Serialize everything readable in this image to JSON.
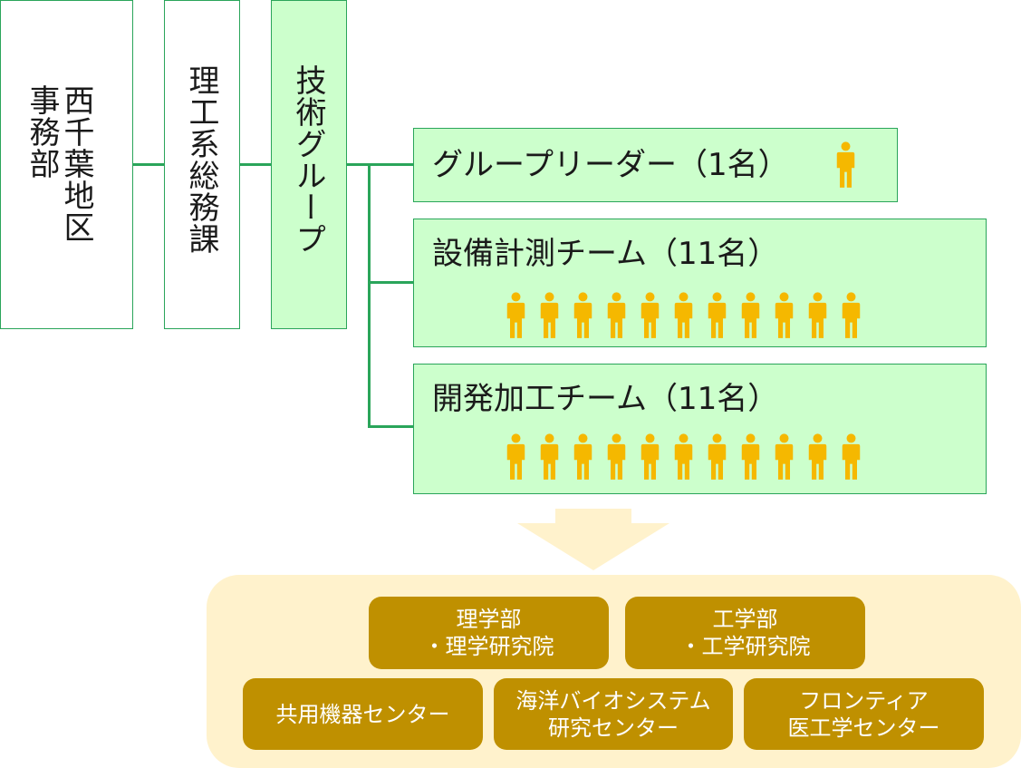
{
  "org": {
    "office": "西千葉地区\n事務部",
    "division": "理工系総務課",
    "group": "技術グループ"
  },
  "teams": [
    {
      "label": "グループリーダー（1名）",
      "members": 1
    },
    {
      "label": "設備計測チーム（11名）",
      "members": 11
    },
    {
      "label": "開発加工チーム（11名）",
      "members": 11
    }
  ],
  "targets": {
    "science": {
      "line1": "理学部",
      "line2": "・理学研究院"
    },
    "engineering": {
      "line1": "工学部",
      "line2": "・工学研究院"
    },
    "instruments": {
      "line1": "共用機器センター"
    },
    "marine": {
      "line1": "海洋バイオシステム",
      "line2": "研究センター"
    },
    "frontier": {
      "line1": "フロンティア",
      "line2": "医工学センター"
    }
  },
  "colors": {
    "box_border": "#2aa55a",
    "box_fill": "#ccffcc",
    "person": "#f5b800",
    "arrow": "#fff2cc",
    "panel": "#fff2cc",
    "unit": "#bf9000"
  },
  "icons": {
    "member": "person-icon",
    "flow": "down-arrow-icon"
  }
}
